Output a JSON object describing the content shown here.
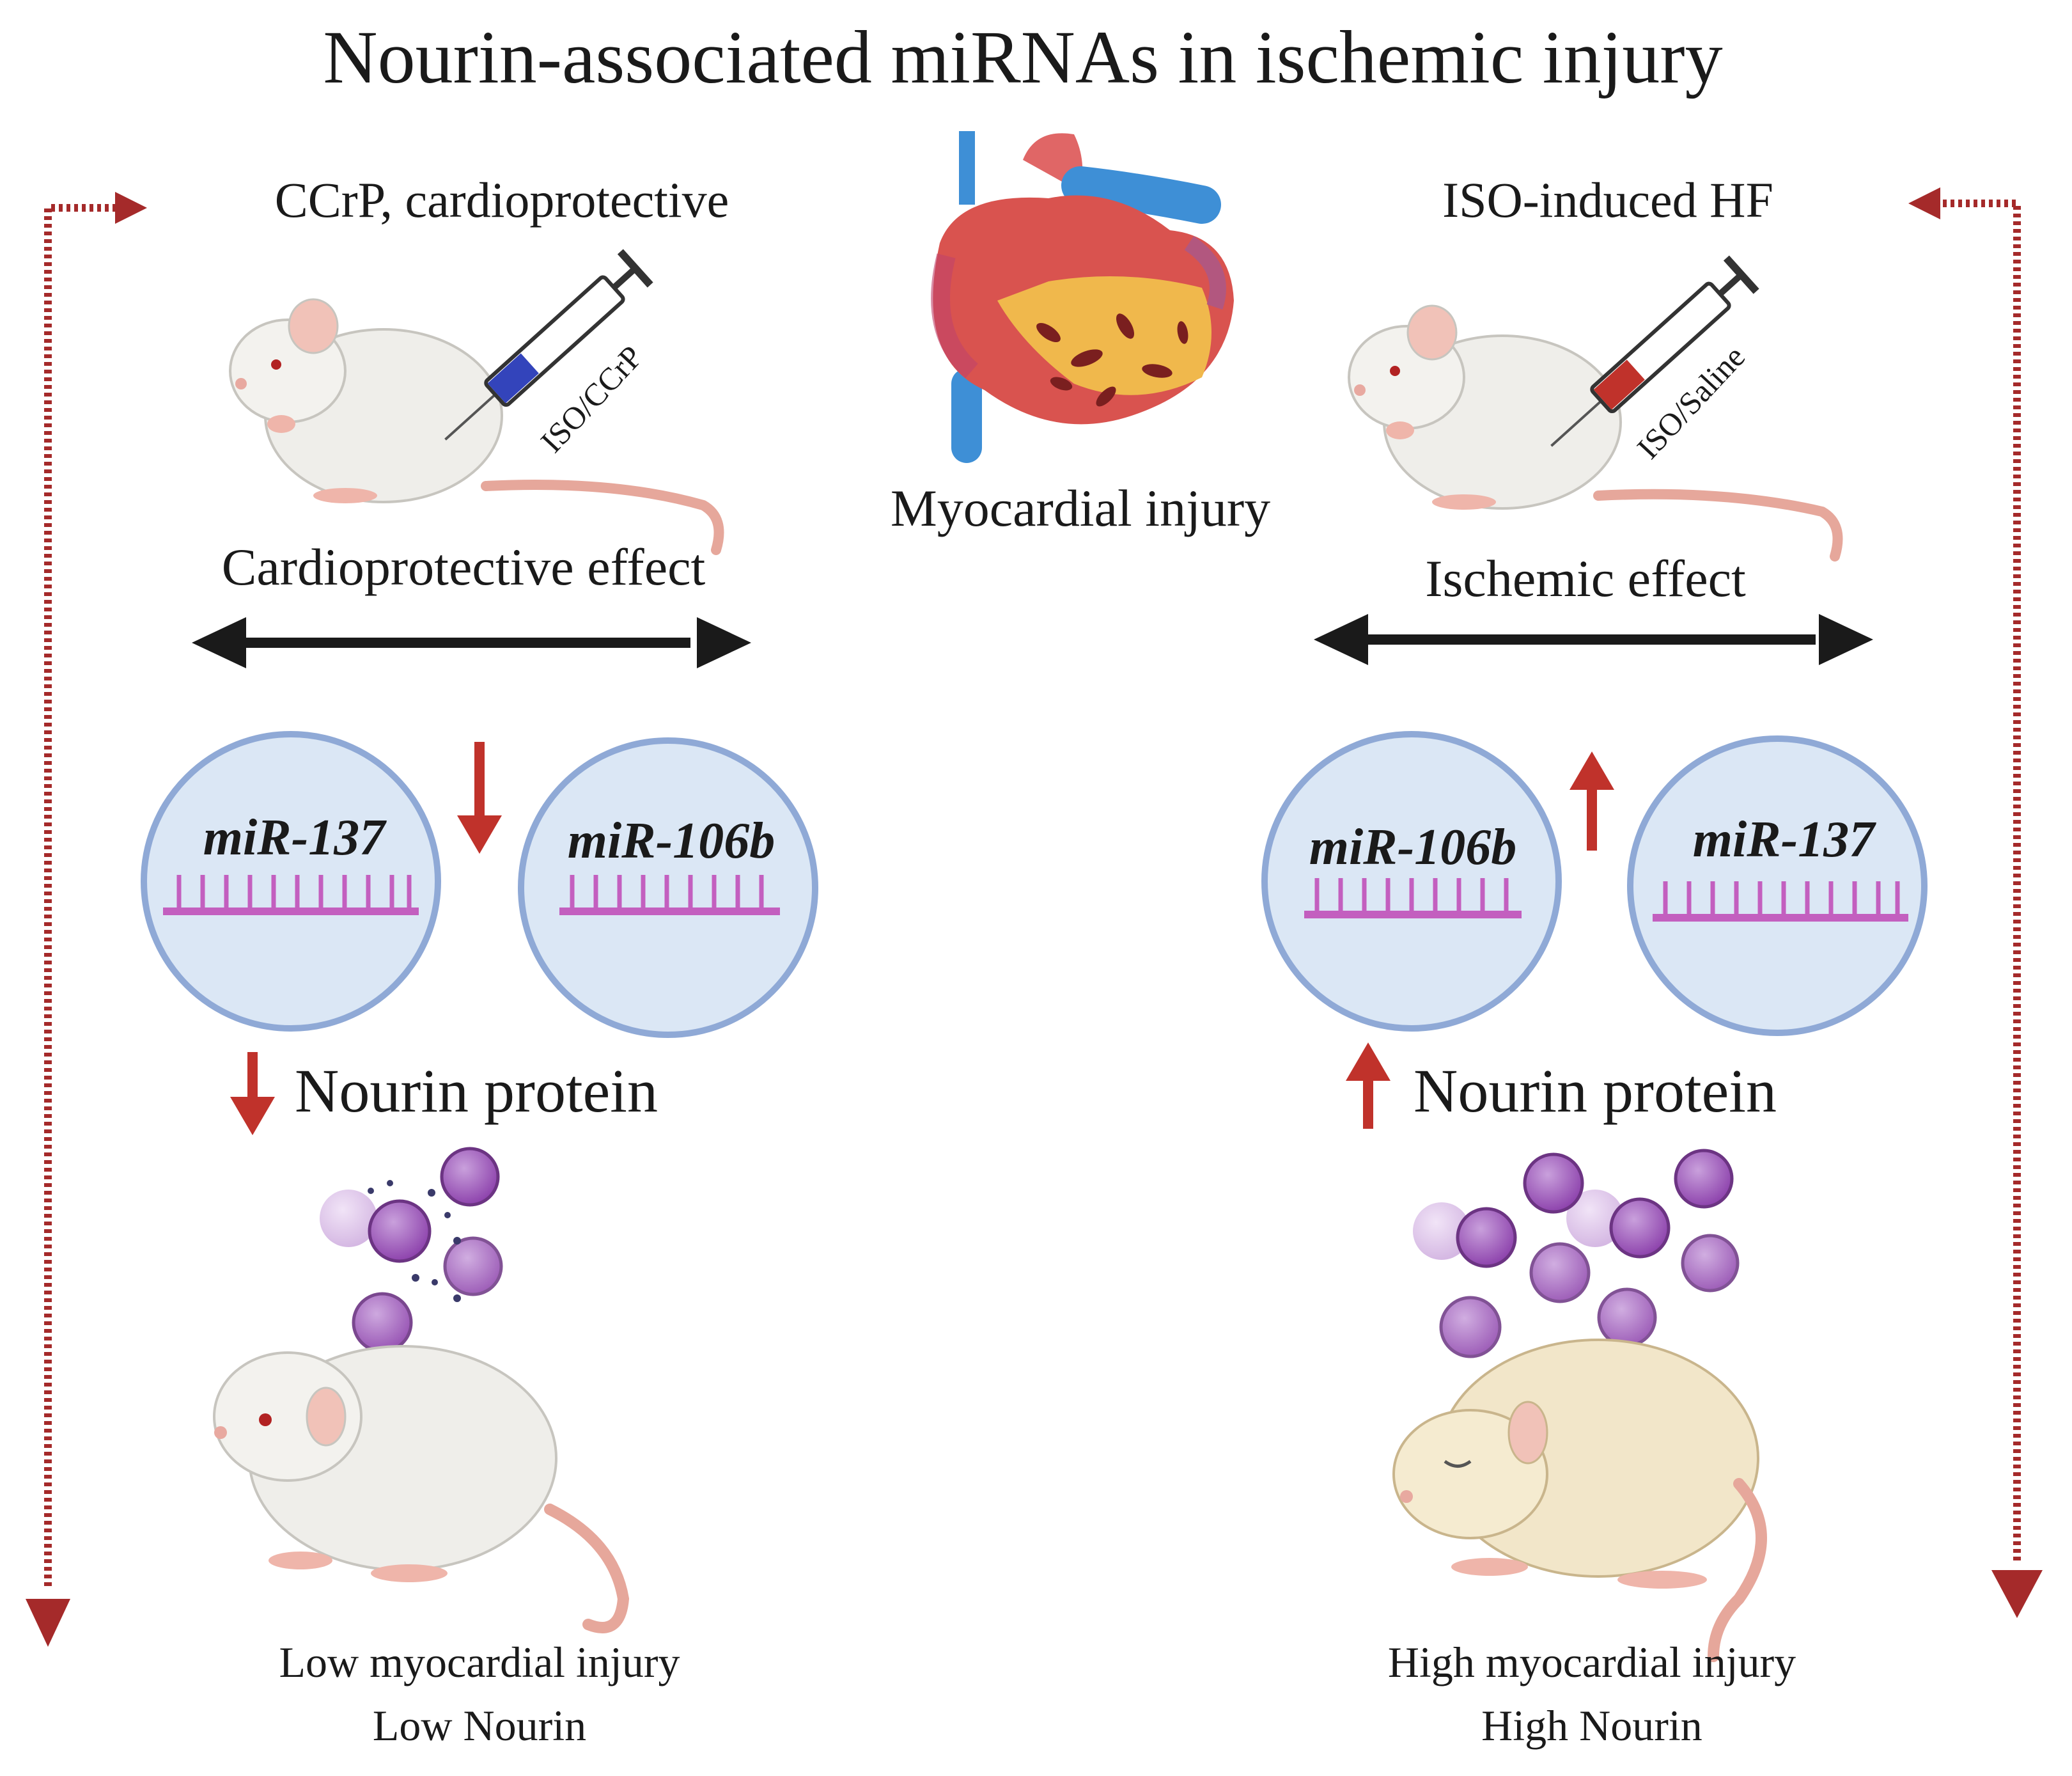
{
  "title": "Nourin-associated miRNAs in ischemic injury",
  "center": {
    "label": "Myocardial injury",
    "icon": "heart-icon"
  },
  "left": {
    "header": "CCrP, cardioprotective",
    "syringe_label": "ISO/CCrP",
    "effect": "Cardioprotective effect",
    "mirnas": [
      "miR-137",
      "miR-106b"
    ],
    "protein": "Nourin protein",
    "direction": "down",
    "outcome_line1": "Low myocardial injury",
    "outcome_line2": "Low Nourin"
  },
  "right": {
    "header": "ISO-induced HF",
    "syringe_label": "ISO/Saline",
    "effect": "Ischemic effect",
    "mirnas": [
      "miR-106b",
      "miR-137"
    ],
    "protein": "Nourin protein",
    "direction": "up",
    "outcome_line1": "High myocardial injury",
    "outcome_line2": "High Nourin"
  },
  "colors": {
    "arrow_red": "#c0322b",
    "dotted_red": "#a52a2a",
    "circle_fill": "#dbe7f5",
    "circle_stroke": "#8fa9d6",
    "rna_purple": "#c35fbf",
    "protein_purple": "#9b59b6",
    "black_arrow": "#1a1a1a"
  }
}
